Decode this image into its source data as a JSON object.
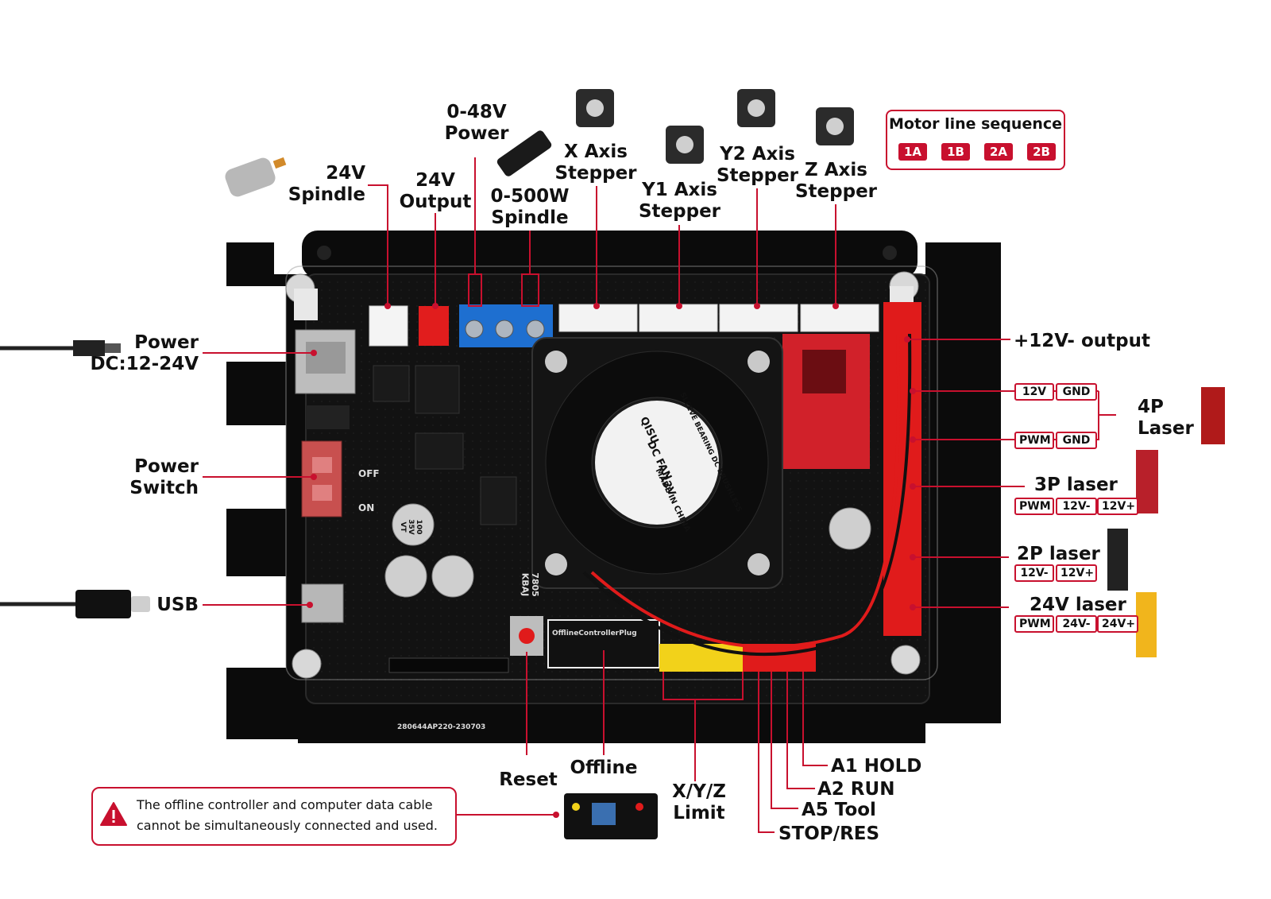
{
  "top_labels": {
    "power_0_48v": [
      "0-48V",
      "Power"
    ],
    "spindle_24v": [
      "24V",
      "Spindle"
    ],
    "output_24v": [
      "24V",
      "Output"
    ],
    "spindle_500w": [
      "0-500W",
      "Spindle"
    ],
    "x_axis": [
      "X Axis",
      "Stepper"
    ],
    "y1_axis": [
      "Y1 Axis",
      "Stepper"
    ],
    "y2_axis": [
      "Y2 Axis",
      "Stepper"
    ],
    "z_axis": [
      "Z Axis",
      "Stepper"
    ]
  },
  "motor_sequence": {
    "title": "Motor line sequence",
    "wires": [
      "1A",
      "1B",
      "2A",
      "2B"
    ]
  },
  "left_labels": {
    "power_dc": [
      "Power",
      "DC:12-24V"
    ],
    "power_switch": [
      "Power",
      "Switch"
    ],
    "usb": "USB"
  },
  "right_labels": {
    "output_12v": "+12V-  output",
    "laser_4p": {
      "title": [
        "4P",
        "Laser"
      ],
      "row1": [
        "12V",
        "GND"
      ],
      "row2": [
        "PWM",
        "GND"
      ]
    },
    "laser_3p": {
      "title": "3P laser",
      "pins": [
        "PWM",
        "12V-",
        "12V+"
      ]
    },
    "laser_2p": {
      "title": "2P laser",
      "pins": [
        "12V-",
        "12V+"
      ]
    },
    "laser_24v": {
      "title": "24V laser",
      "pins": [
        "PWM",
        "24V-",
        "24V+"
      ]
    }
  },
  "bottom_labels": {
    "reset": "Reset",
    "offline": "Offline",
    "limit": [
      "X/Y/Z",
      "Limit"
    ],
    "a1": "A1 HOLD",
    "a2": "A2 RUN",
    "a5": "A5 Tool",
    "stop": "STOP/RES"
  },
  "warning": {
    "line1": "The offline controller and computer data cable",
    "line2": "cannot be simultaneously connected and used."
  },
  "board_text": {
    "fan_brand": "QISU",
    "fan_type": "DC FAN",
    "fan_volt": "12V",
    "fan_made": "MADE IN CHINA",
    "fan_bearing": "SLEEVE BEARING DC BRUSHLESS",
    "cap_text": [
      "100",
      "35V",
      "VT"
    ],
    "regulator": [
      "7805",
      "KBAJ"
    ],
    "switch_off": "OFF",
    "switch_on": "ON",
    "serial": "280644AP220-230703",
    "offline_header": "OfflineControllerPlug"
  },
  "colors": {
    "accent": "#c8102e",
    "board": "#111111",
    "chassis": "#0b0b0b"
  }
}
